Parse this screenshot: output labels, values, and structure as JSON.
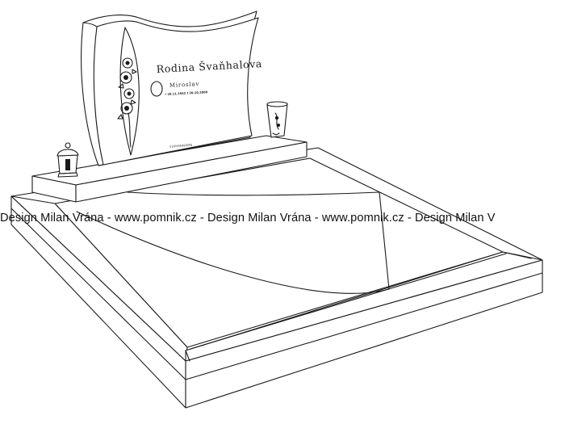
{
  "headstone": {
    "family_name": "Rodina Švaňhalova",
    "person_name": "Miroslav",
    "dates": "• 26.11.1942  † 20.10.2009",
    "footer_text": "VZPOMÍNÁME"
  },
  "watermark": {
    "text": "Design Milan Vrána  -  www.pomnik.cz  -  Design Milan Vrána  -  www.pomnik.cz  -  Design Milan V"
  },
  "colors": {
    "line": "#1a1a1a",
    "background": "#ffffff"
  }
}
